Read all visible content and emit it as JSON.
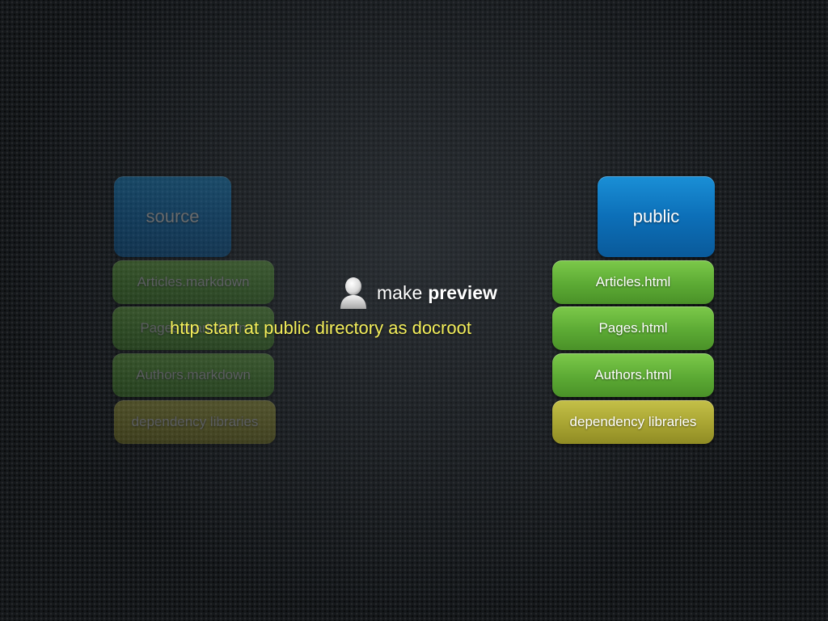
{
  "source": {
    "header": "source",
    "files": [
      "Articles.markdown",
      "Pages.markdown",
      "Authors.markdown"
    ],
    "dependencies": "dependency libraries"
  },
  "public": {
    "header": "public",
    "files": [
      "Articles.html",
      "Pages.html",
      "Authors.html"
    ],
    "dependencies": "dependency libraries"
  },
  "command": {
    "icon": "user-icon",
    "prefix": "make",
    "name": "preview"
  },
  "note": "http start at public directory as docroot",
  "colors": {
    "header_blue": "#0c6fb8",
    "file_green": "#5caa34",
    "dependency_olive": "#a8a432",
    "note_yellow": "#f3ee5a",
    "background": "#15181b"
  }
}
